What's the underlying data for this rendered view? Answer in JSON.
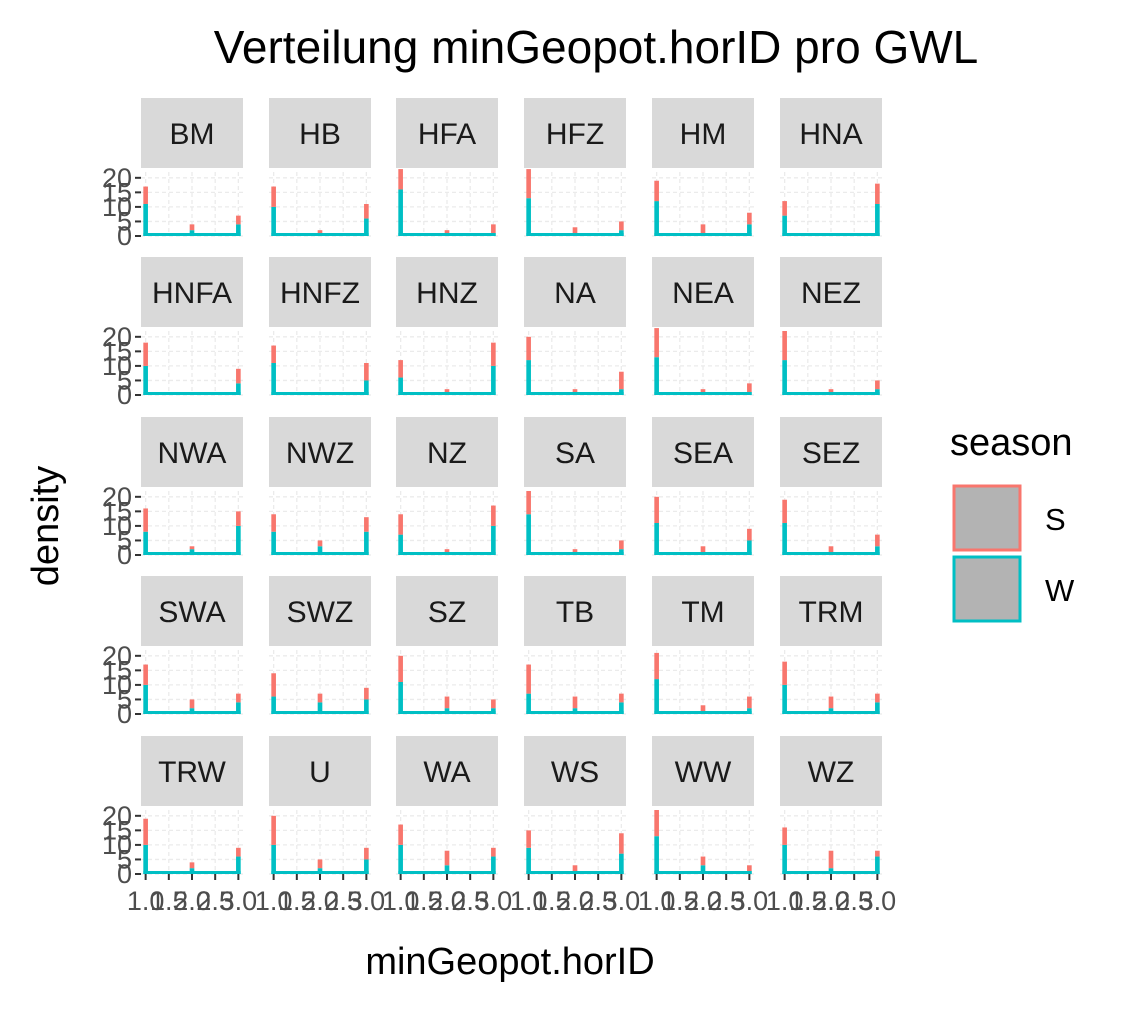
{
  "colors": {
    "S": "#F8766D",
    "W": "#00BFC4",
    "strip_bg": "#D9D9D9",
    "grid": "#EBEBEB",
    "legend_key_fill": "#B3B3B3"
  },
  "chart_data": {
    "type": "bar",
    "title": "Verteilung minGeopot.horID pro GWL",
    "xlabel": "minGeopot.horID",
    "ylabel": "density",
    "x_breaks": [
      1.0,
      1.5,
      2.0,
      2.5,
      3.0
    ],
    "x_tick_labels": [
      "1.0",
      "1.5",
      "2.0",
      "2.5",
      "3.0"
    ],
    "y_breaks": [
      0,
      5,
      10,
      15,
      20
    ],
    "y_tick_labels": [
      "0",
      "5",
      "10",
      "15",
      "20"
    ],
    "xlim": [
      0.9,
      3.1
    ],
    "ylim": [
      0,
      22
    ],
    "bar_positions": [
      1,
      2,
      3
    ],
    "position": "stack",
    "legend": {
      "title": "season",
      "position": "right",
      "entries": [
        "S",
        "W"
      ]
    },
    "panels": [
      {
        "name": "BM",
        "W": [
          11,
          2,
          4
        ],
        "S": [
          6,
          2,
          3
        ]
      },
      {
        "name": "HB",
        "W": [
          10,
          1,
          6
        ],
        "S": [
          7,
          1,
          5
        ]
      },
      {
        "name": "HFA",
        "W": [
          16,
          0,
          1
        ],
        "S": [
          7,
          2,
          3
        ]
      },
      {
        "name": "HFZ",
        "W": [
          13,
          1,
          2
        ],
        "S": [
          10,
          2,
          3
        ]
      },
      {
        "name": "HM",
        "W": [
          12,
          1,
          4
        ],
        "S": [
          7,
          3,
          4
        ]
      },
      {
        "name": "HNA",
        "W": [
          7,
          0,
          11
        ],
        "S": [
          5,
          1,
          7
        ]
      },
      {
        "name": "HNFA",
        "W": [
          10,
          1,
          4
        ],
        "S": [
          8,
          0,
          5
        ]
      },
      {
        "name": "HNFZ",
        "W": [
          11,
          0,
          5
        ],
        "S": [
          6,
          1,
          6
        ]
      },
      {
        "name": "HNZ",
        "W": [
          6,
          1,
          10
        ],
        "S": [
          6,
          1,
          8
        ]
      },
      {
        "name": "NA",
        "W": [
          12,
          1,
          2
        ],
        "S": [
          8,
          1,
          6
        ]
      },
      {
        "name": "NEA",
        "W": [
          13,
          1,
          1
        ],
        "S": [
          10,
          1,
          3
        ]
      },
      {
        "name": "NEZ",
        "W": [
          12,
          1,
          2
        ],
        "S": [
          10,
          1,
          3
        ]
      },
      {
        "name": "NWA",
        "W": [
          8,
          2,
          10
        ],
        "S": [
          8,
          1,
          5
        ]
      },
      {
        "name": "NWZ",
        "W": [
          8,
          3,
          8
        ],
        "S": [
          6,
          2,
          5
        ]
      },
      {
        "name": "NZ",
        "W": [
          7,
          1,
          10
        ],
        "S": [
          7,
          1,
          7
        ]
      },
      {
        "name": "SA",
        "W": [
          14,
          1,
          2
        ],
        "S": [
          8,
          1,
          3
        ]
      },
      {
        "name": "SEA",
        "W": [
          11,
          1,
          5
        ],
        "S": [
          9,
          2,
          4
        ]
      },
      {
        "name": "SEZ",
        "W": [
          11,
          1,
          3
        ],
        "S": [
          8,
          2,
          4
        ]
      },
      {
        "name": "SWA",
        "W": [
          10,
          2,
          4
        ],
        "S": [
          7,
          3,
          3
        ]
      },
      {
        "name": "SWZ",
        "W": [
          6,
          4,
          5
        ],
        "S": [
          8,
          3,
          4
        ]
      },
      {
        "name": "SZ",
        "W": [
          11,
          2,
          2
        ],
        "S": [
          9,
          4,
          3
        ]
      },
      {
        "name": "TB",
        "W": [
          7,
          2,
          4
        ],
        "S": [
          10,
          4,
          3
        ]
      },
      {
        "name": "TM",
        "W": [
          12,
          1,
          2
        ],
        "S": [
          9,
          2,
          4
        ]
      },
      {
        "name": "TRM",
        "W": [
          10,
          2,
          4
        ],
        "S": [
          8,
          4,
          3
        ]
      },
      {
        "name": "TRW",
        "W": [
          10,
          2,
          6
        ],
        "S": [
          9,
          2,
          3
        ]
      },
      {
        "name": "U",
        "W": [
          10,
          2,
          5
        ],
        "S": [
          10,
          3,
          4
        ]
      },
      {
        "name": "WA",
        "W": [
          10,
          3,
          6
        ],
        "S": [
          7,
          5,
          3
        ]
      },
      {
        "name": "WS",
        "W": [
          9,
          1,
          7
        ],
        "S": [
          6,
          2,
          7
        ]
      },
      {
        "name": "WW",
        "W": [
          13,
          3,
          1
        ],
        "S": [
          9,
          3,
          2
        ]
      },
      {
        "name": "WZ",
        "W": [
          10,
          2,
          6
        ],
        "S": [
          6,
          6,
          2
        ]
      }
    ]
  }
}
